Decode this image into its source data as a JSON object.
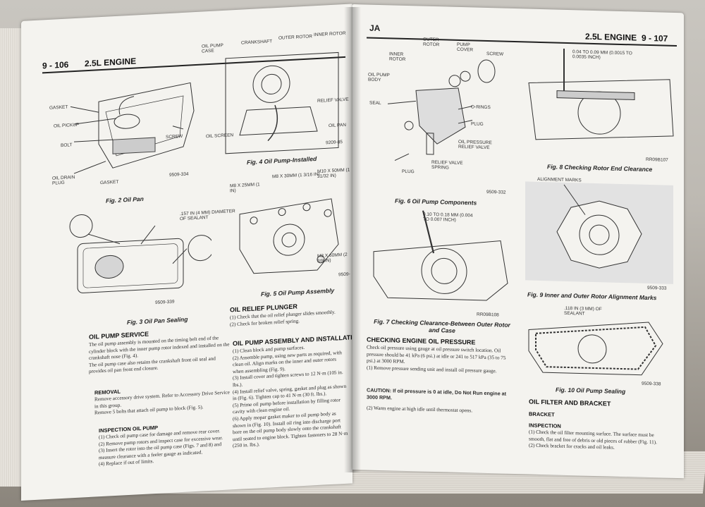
{
  "left_page": {
    "page_number": "9 - 106",
    "running_head": "2.5L ENGINE",
    "fig2": {
      "caption": "Fig. 2 Oil Pan",
      "code": "9509-334",
      "labels": [
        "GASKET",
        "OIL PICKUP",
        "BOLT",
        "SCREW",
        "OIL DRAIN PLUG",
        "GASKET"
      ]
    },
    "fig3": {
      "caption": "Fig. 3 Oil Pan Sealing",
      "code": "9509-339",
      "labels": [
        ".157 in (4 mm) DIAMETER OF SEALANT"
      ]
    },
    "fig4": {
      "caption": "Fig. 4 Oil Pump-Installed",
      "code": "9209-85",
      "labels": [
        "OIL PUMP CASE",
        "CRANKSHAFT",
        "OUTER ROTOR",
        "INNER ROTOR",
        "RELIEF VALVE",
        "OIL SCREEN",
        "OIL PAN"
      ]
    },
    "fig5": {
      "caption": "Fig. 5 Oil Pump Assembly",
      "code": "9509-",
      "labels": [
        "M8 x 30MM (1 3/16 IN)",
        "M10 x 50MM (1 31/32 IN)",
        "M8 x 25MM (1 IN)",
        "M8 x 60MM (2 3/8 IN)"
      ]
    },
    "oil_pump_service": {
      "title": "OIL PUMP SERVICE",
      "paras": [
        "The oil pump assembly is mounted on the timing belt end of the cylinder block with the inner pump rotor indexed and installed on the crankshaft nose (Fig. 4).",
        "The oil pump case also retains the crankshaft front oil seal and provides oil pan front end closure."
      ]
    },
    "removal": {
      "title": "REMOVAL",
      "paras": [
        "Remove accessory drive system. Refer to Accessory Drive Service in this group.",
        "Remove 5 bolts that attach oil pump to block (Fig. 5)."
      ]
    },
    "inspection": {
      "title": "INSPECTION OIL PUMP",
      "paras": [
        "(1) Check oil pump case for damage and remove rear cover.",
        "(2) Remove pump rotors and inspect case for excessive wear.",
        "(3) Insert the rotor into the oil pump case (Figs. 7 and 8) and measure clearance with a feeler gauge as indicated.",
        "(4) Replace if out of limits."
      ]
    },
    "relief_plunger": {
      "title": "OIL RELIEF PLUNGER",
      "paras": [
        "(1) Check that the oil relief plunger slides smoothly.",
        "(2) Check for broken relief spring."
      ]
    },
    "assembly": {
      "title": "OIL PUMP ASSEMBLY AND INSTALLATION",
      "paras": [
        "(1) Clean block and pump surfaces.",
        "(2) Assemble pump, using new parts as required, with clean oil. Align marks on the inner and outer rotors when assembling (Fig. 9).",
        "(3) Install cover and tighten screws to 12 N·m (105 in. lbs.).",
        "(4) Install relief valve, spring, gasket and plug as shown in (Fig. 6). Tighten cap to 41 N·m (30 ft. lbs.).",
        "(5) Prime oil pump before installation by filling rotor cavity with clean engine oil.",
        "(6) Apply mopar gasket maker to oil pump body as shown in (Fig. 10). Install oil ring into discharge port bore on the oil pump body slowly onto the crankshaft until seated to engine block. Tighten fasteners to 28 N·m (250 in. lbs.)."
      ]
    }
  },
  "right_page": {
    "tab": "JA",
    "running_head": "2.5L ENGINE",
    "page_number": "9 - 107",
    "fig6": {
      "caption": "Fig. 6 Oil Pump Components",
      "code": "9509-332",
      "labels": [
        "OUTER ROTOR",
        "PUMP COVER",
        "SCREW",
        "INNER ROTOR",
        "OIL PUMP BODY",
        "O-RINGS",
        "SEAL",
        "PLUG",
        "OIL PRESSURE RELIEF VALVE",
        "RELIEF VALVE SPRING",
        "PLUG"
      ]
    },
    "fig7": {
      "caption": "Fig. 7 Checking Clearance-Between Outer Rotor and Case",
      "code": "RR09B108",
      "labels": [
        "0.10 TO 0.18 mm (0.004 TO 0.007 INCH)"
      ]
    },
    "fig8": {
      "caption": "Fig. 8 Checking Rotor End Clearance",
      "code": "RR09B107",
      "labels": [
        "0.04 TO 0.09 mm (0.0015 TO 0.0035 INCH)"
      ]
    },
    "fig9": {
      "caption": "Fig. 9 Inner and Outer Rotor Alignment Marks",
      "code": "9509-333",
      "labels": [
        "ALIGNMENT MARKS"
      ]
    },
    "fig10": {
      "caption": "Fig. 10 Oil Pump Sealing",
      "code": "9509-338",
      "labels": [
        ".118 in (3 mm) OF SEALANT"
      ]
    },
    "checking_pressure": {
      "title": "CHECKING ENGINE OIL PRESSURE",
      "paras": [
        "Check oil pressure using gauge at oil pressure switch location. Oil pressure should be 41 kPa (6 psi.) at idle or 241 to 517 kPa (35 to 75 psi.) at 3000 RPM.",
        "(1) Remove pressure sending unit and install oil pressure gauge."
      ],
      "caution": "CAUTION: If oil pressure is 0 at idle, Do Not Run engine at 3000 RPM.",
      "after": "(2) Warm engine at high idle until thermostat opens."
    },
    "oil_filter": {
      "title": "OIL FILTER AND BRACKET",
      "bracket": "BRACKET",
      "inspection": "INSPECTION",
      "paras": [
        "(1) Check the oil filter mounting surface. The surface must be smooth, flat and free of debris or old pieces of rubber (Fig. 11).",
        "(2) Check bracket for cracks and oil leaks."
      ]
    }
  }
}
